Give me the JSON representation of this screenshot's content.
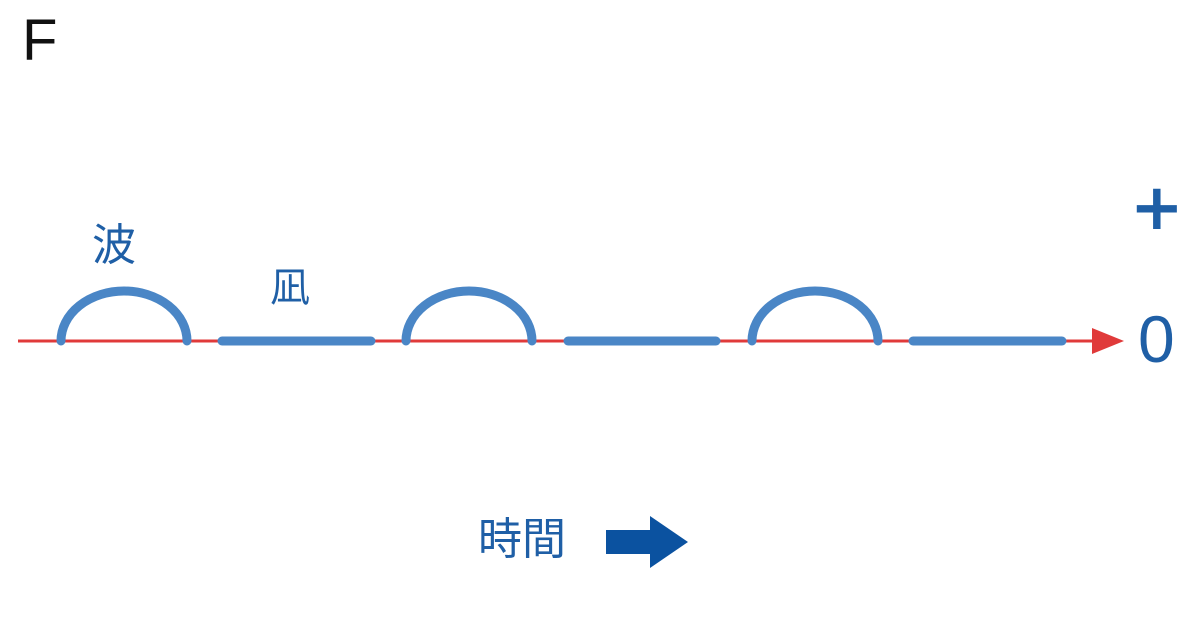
{
  "figure": {
    "letter": "F",
    "wave_label": "波",
    "calm_label": "凪",
    "plus_label": "+",
    "zero_label": "0",
    "time_label": "時間"
  },
  "colors": {
    "axis": "#e03a3a",
    "signal": "#4a86c6",
    "text_blue": "#1f5fa6",
    "arrow": "#0b52a0"
  },
  "signal": {
    "pattern": [
      "wave",
      "calm",
      "wave",
      "calm",
      "wave",
      "calm"
    ]
  },
  "icons": {
    "time_direction": "right-arrow-icon"
  }
}
